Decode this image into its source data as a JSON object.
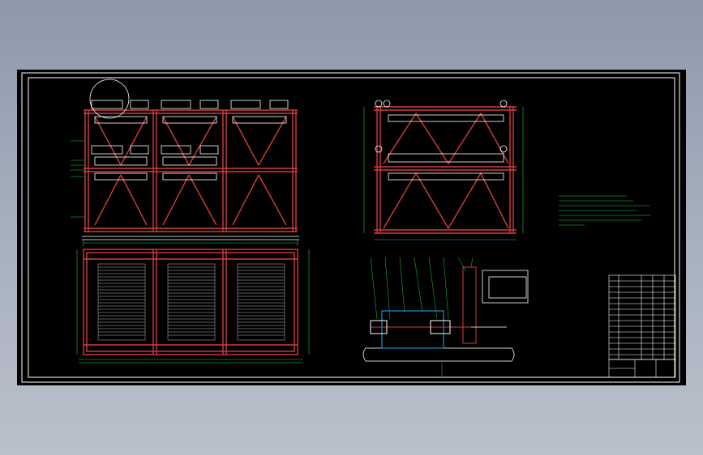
{
  "colors": {
    "background": "#000000",
    "frame": "#ffffff",
    "structure": "#d43c3c",
    "dimension": "#22cc44",
    "outline": "#ffffff",
    "machine": "#cccccc"
  },
  "drawing": {
    "views": [
      "front-elevation",
      "top-plan",
      "side-elevation",
      "drive-section"
    ],
    "bay_count": 3,
    "tiers": 2
  },
  "parts_list": {
    "rows": 14
  },
  "title_block": {
    "cells": 6
  }
}
